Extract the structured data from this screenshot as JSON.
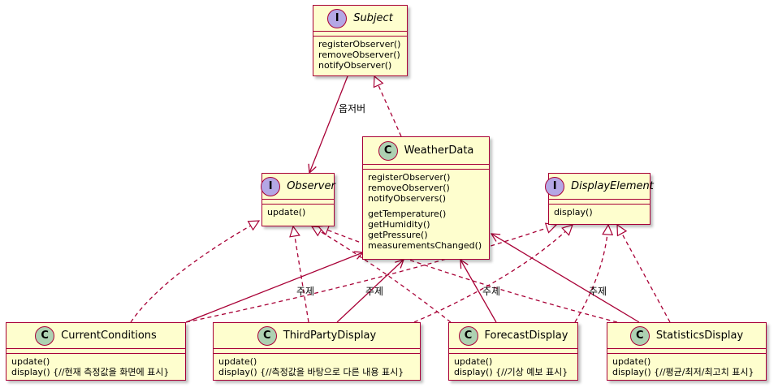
{
  "classes": {
    "subject": {
      "kind": "I",
      "name": "Subject",
      "methods": [
        "registerObserver()",
        "removeObserver()",
        "notifyObserver()"
      ]
    },
    "observer": {
      "kind": "I",
      "name": "Observer",
      "methods": [
        "update()"
      ]
    },
    "weatherdata": {
      "kind": "C",
      "name": "WeatherData",
      "methods": [
        "registerObserver()",
        "removeObserver()",
        "notifyObservers()",
        "getTemperature()",
        "getHumidity()",
        "getPressure()",
        "measurementsChanged()"
      ]
    },
    "displayelement": {
      "kind": "I",
      "name": "DisplayElement",
      "methods": [
        "display()"
      ]
    },
    "currentconditions": {
      "kind": "C",
      "name": "CurrentConditions",
      "methods": [
        "update()",
        "display() {//현재 측정값을 화면에 표시}"
      ]
    },
    "thirdpartydisplay": {
      "kind": "C",
      "name": "ThirdPartyDisplay",
      "methods": [
        "update()",
        "display() {//측정값을 바탕으로 다른 내용 표시}"
      ]
    },
    "forecastdisplay": {
      "kind": "C",
      "name": "ForecastDisplay",
      "methods": [
        "update()",
        "display() {//기상 예보 표시}"
      ]
    },
    "statisticsdisplay": {
      "kind": "C",
      "name": "StatisticsDisplay",
      "methods": [
        "update()",
        "display() {//평균/최저/최고치 표시}"
      ]
    }
  },
  "labels": {
    "observer_link": "옵저버",
    "subject_1": "주제",
    "subject_2": "주제",
    "subject_3": "주제",
    "subject_4": "주제"
  },
  "colors": {
    "border": "#A80036",
    "fill": "#FEFECE",
    "interface_badge": "#B4A7E5",
    "class_badge": "#ADD1B2"
  }
}
